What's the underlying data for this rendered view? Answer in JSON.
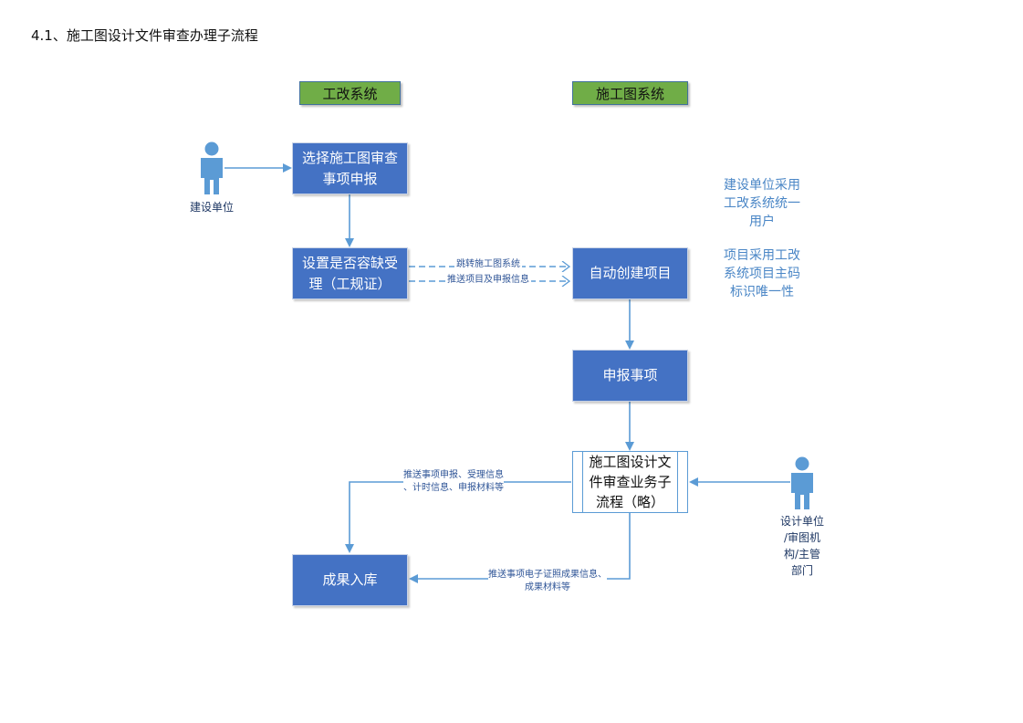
{
  "page_title": "4.1、施工图设计文件审查办理子流程",
  "lanes": {
    "left": "工改系统",
    "right": "施工图系统"
  },
  "actors": {
    "applicant": "建设单位",
    "reviewers": [
      "设计单位",
      "/审图机",
      "构/主管",
      "部门"
    ]
  },
  "steps": {
    "select_item": [
      "选择施工图审查",
      "事项申报"
    ],
    "set_acceptance": [
      "设置是否容缺受",
      "理（工规证）"
    ],
    "auto_create": "自动创建项目",
    "declare": "申报事项",
    "sub_process": [
      "施工图设计文",
      "件审查业务子",
      "流程（略）"
    ],
    "archive": "成果入库"
  },
  "edge_labels": {
    "jump": "跳转施工图系统",
    "push_project": "推送项目及申报信息",
    "push_acceptance": [
      "推送事项申报、受理信息",
      "、计时信息、申报材料等"
    ],
    "push_results": [
      "推送事项电子证照成果信息、",
      "成果材料等"
    ]
  },
  "notes": {
    "unified_user": [
      "建设单位采用",
      "工改系统统一",
      "用户"
    ],
    "unique_code": [
      "项目采用工改",
      "系统项目主码",
      "标识唯一性"
    ]
  },
  "colors": {
    "process_box": "#4472c4",
    "lane_header": "#70ad47",
    "connector": "#5b9bd5",
    "note_text": "#4a86c6"
  }
}
